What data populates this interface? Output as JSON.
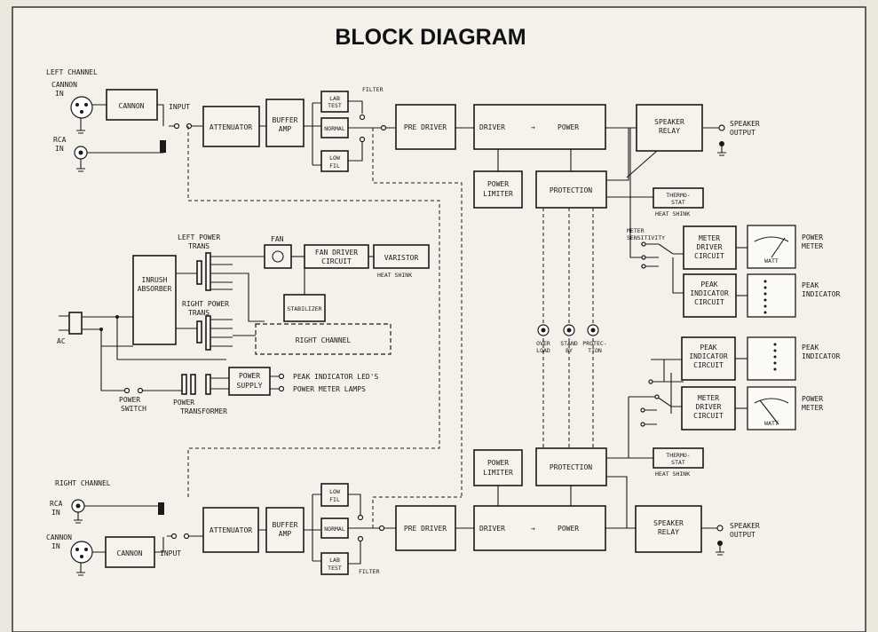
{
  "title": "BLOCK DIAGRAM",
  "left_channel": {
    "heading": "LEFT CHANNEL",
    "cannon_in": [
      "CANNON",
      "IN"
    ],
    "rca_in": [
      "RCA",
      "IN"
    ],
    "cannon_block": "CANNON",
    "input": "INPUT",
    "attenuator": "ATTENUATOR",
    "buffer_amp": [
      "BUFFER",
      "AMP"
    ],
    "lab_test": [
      "LAB",
      "TEST"
    ],
    "normal": "NORMAL",
    "low_fil": [
      "LOW",
      "FIL"
    ],
    "filter": "FILTER",
    "pre_driver": "PRE DRIVER",
    "driver": "DRIVER",
    "power": "POWER",
    "speaker_relay": [
      "SPEAKER",
      "RELAY"
    ],
    "speaker_output": [
      "SPEAKER",
      "OUTPUT"
    ],
    "power_limiter": [
      "POWER",
      "LIMITER"
    ],
    "protection": "PROTECTION",
    "thermostat": [
      "THERMO-",
      "STAT"
    ],
    "heat_sink": "HEAT SHINK"
  },
  "power_section": {
    "ac": "AC",
    "inrush_absorber": [
      "INRUSH",
      "ABSORBER"
    ],
    "left_power_trans": [
      "LEFT POWER",
      "TRANS"
    ],
    "right_power_trans": [
      "RIGHT POWER",
      "TRANS"
    ],
    "fan": "FAN",
    "fan_driver_circuit": [
      "FAN DRIVER",
      "CIRCUIT"
    ],
    "varistor": "VARISTOR",
    "varistor_heat_sink": "HEAT SHINK",
    "stabilizer": "STABILIZER",
    "right_channel_block": "RIGHT CHANNEL",
    "power_supply": [
      "POWER",
      "SUPPLY"
    ],
    "peak_indicator_leds": "PEAK INDICATOR LED'S",
    "power_meter_lamps": "POWER METER LAMPS",
    "power_switch": [
      "POWER",
      "SWITCH"
    ],
    "power_transformer": [
      "POWER",
      "TRANSFORMER"
    ]
  },
  "indicators": {
    "over_load": [
      "OVER",
      "LOAD"
    ],
    "stand_by": [
      "STAND",
      "BY"
    ],
    "protection": [
      "PROTEC-",
      "TION"
    ]
  },
  "meters_left": {
    "meter_sensitivity": [
      "METER",
      "SENSITIVITY"
    ],
    "meter_driver_circuit": [
      "METER",
      "DRIVER",
      "CIRCUIT"
    ],
    "power_meter": [
      "POWER",
      "METER"
    ],
    "peak_indicator_circuit": [
      "PEAK",
      "INDICATOR",
      "CIRCUIT"
    ],
    "peak_indicator": [
      "PEAK",
      "INDICATOR"
    ],
    "watt": "WATT"
  },
  "meters_right": {
    "peak_indicator_circuit": [
      "PEAK",
      "INDICATOR",
      "CIRCUIT"
    ],
    "peak_indicator": [
      "PEAK",
      "INDICATOR"
    ],
    "meter_driver_circuit": [
      "METER",
      "DRIVER",
      "CIRCUIT"
    ],
    "power_meter": [
      "POWER",
      "METER"
    ],
    "watt": "WATT"
  },
  "right_channel": {
    "heading": "RIGHT CHANNEL",
    "rca_in": [
      "RCA",
      "IN"
    ],
    "cannon_in": [
      "CANNON",
      "IN"
    ],
    "cannon_block": "CANNON",
    "input": "INPUT",
    "attenuator": "ATTENUATOR",
    "buffer_amp": [
      "BUFFER",
      "AMP"
    ],
    "low_fil": [
      "LOW",
      "FIL"
    ],
    "normal": "NORMAL",
    "lab_test": [
      "LAB",
      "TEST"
    ],
    "filter": "FILTER",
    "pre_driver": "PRE DRIVER",
    "driver": "DRIVER",
    "power": "POWER",
    "speaker_relay": [
      "SPEAKER",
      "RELAY"
    ],
    "speaker_output": [
      "SPEAKER",
      "OUTPUT"
    ],
    "power_limiter": [
      "POWER",
      "LIMITER"
    ],
    "protection": "PROTECTION",
    "thermostat": [
      "THERMO-",
      "STAT"
    ],
    "heat_sink": "HEAT SHINK"
  }
}
